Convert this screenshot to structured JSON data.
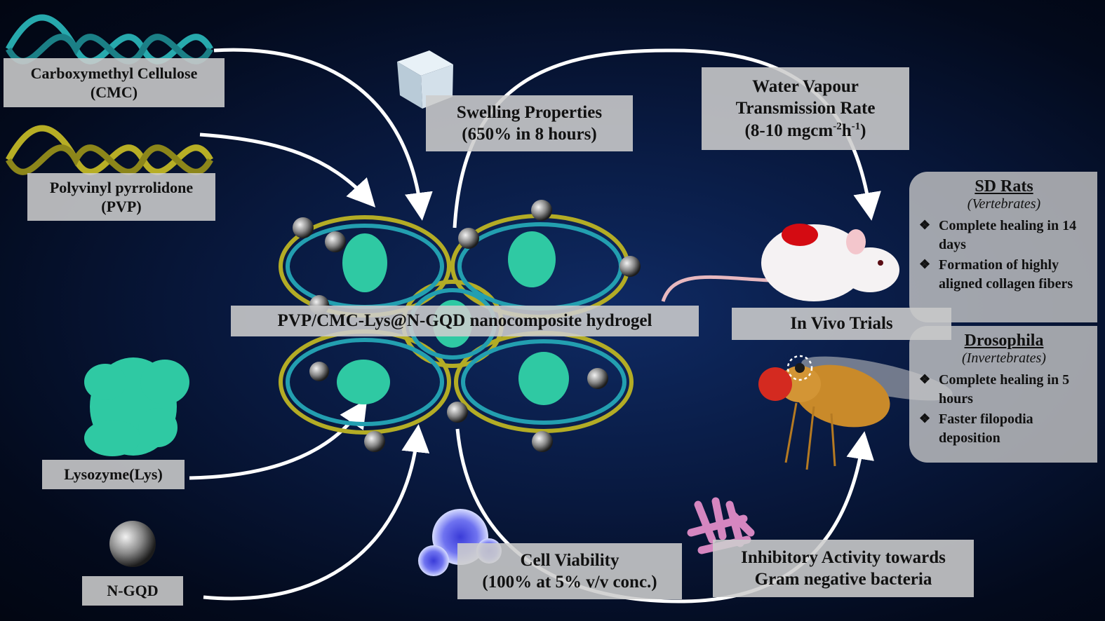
{
  "components": {
    "cmc": {
      "line1": "Carboxymethyl Cellulose",
      "line2": "(CMC)"
    },
    "pvp": {
      "line1": "Polyvinyl pyrrolidone",
      "line2": "(PVP)"
    },
    "lys": {
      "line1": "Lysozyme(Lys)"
    },
    "ngqd": {
      "line1": "N-GQD"
    }
  },
  "hydrogel": {
    "label": "PVP/CMC-Lys@N-GQD nanocomposite hydrogel"
  },
  "properties": {
    "swelling": {
      "line1": "Swelling Properties",
      "line2": "(650% in 8 hours)"
    },
    "wvtr": {
      "line1": "Water Vapour",
      "line2": "Transmission Rate",
      "line3_prefix": "(8-10 mgcm",
      "sup1": "-2",
      "mid": "h",
      "sup2": "-1",
      "suffix": ")"
    },
    "cell": {
      "line1": "Cell Viability",
      "line2": "(100% at 5% v/v conc.)"
    },
    "inhibitory": {
      "line1": "Inhibitory Activity towards",
      "line2": "Gram negative bacteria"
    }
  },
  "in_vivo": {
    "label": "In Vivo Trials"
  },
  "sd_rats": {
    "title": "SD Rats",
    "subtitle": "(Vertebrates)",
    "bullets": [
      "Complete healing in 14 days",
      "Formation of highly aligned collagen fibers"
    ]
  },
  "drosophila": {
    "title": "Drosophila",
    "subtitle": "(Invertebrates)",
    "bullets": [
      "Complete healing in 5 hours",
      "Faster filopodia deposition"
    ]
  },
  "colors": {
    "cmc_helix": "#2bb3b3",
    "pvp_helix": "#b8b02a",
    "protein": "#2fc9a3",
    "label_bg": "#cdcdcd",
    "background": "#0a1d4a",
    "arrow": "#ffffff"
  }
}
